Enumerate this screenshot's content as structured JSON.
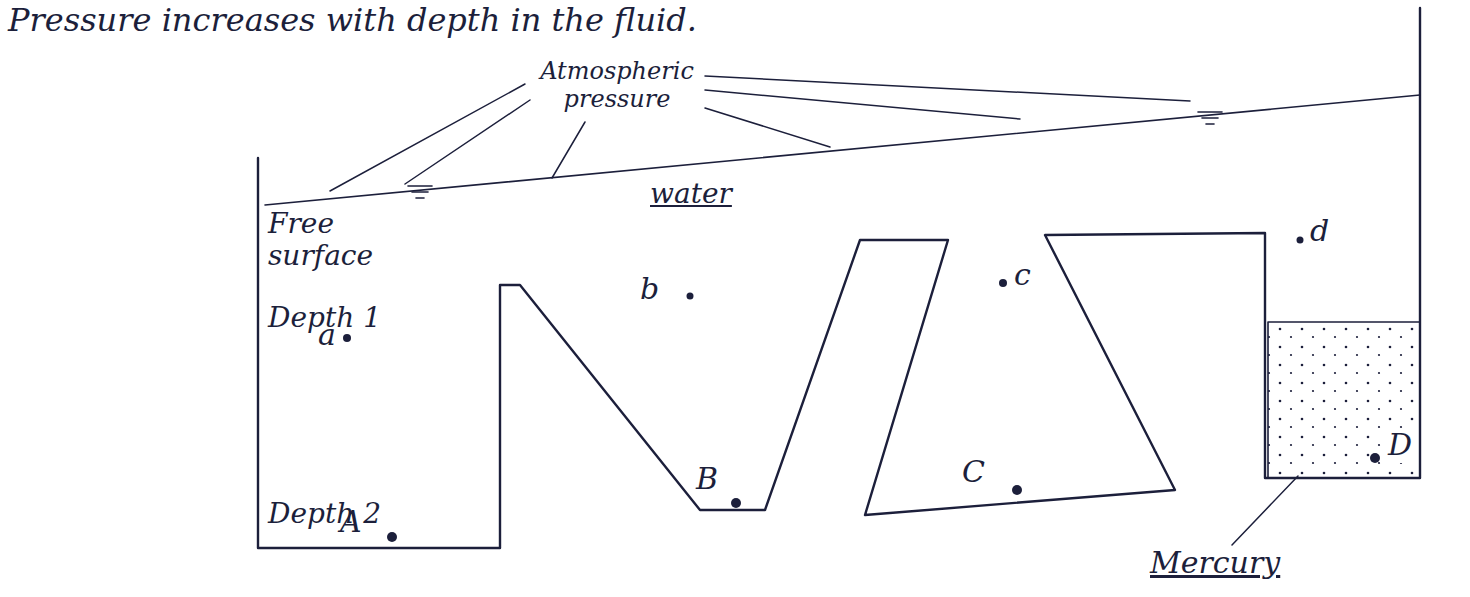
{
  "diagram": {
    "labels": [
      "Pressure increases with depth in the fluid.",
      "Atmospheric pressure",
      "Free surface",
      "water",
      "Depth 1",
      "a",
      "b",
      "c",
      "d",
      "Depth 2",
      "A",
      "B",
      "C",
      "D",
      "Mercury"
    ]
  }
}
